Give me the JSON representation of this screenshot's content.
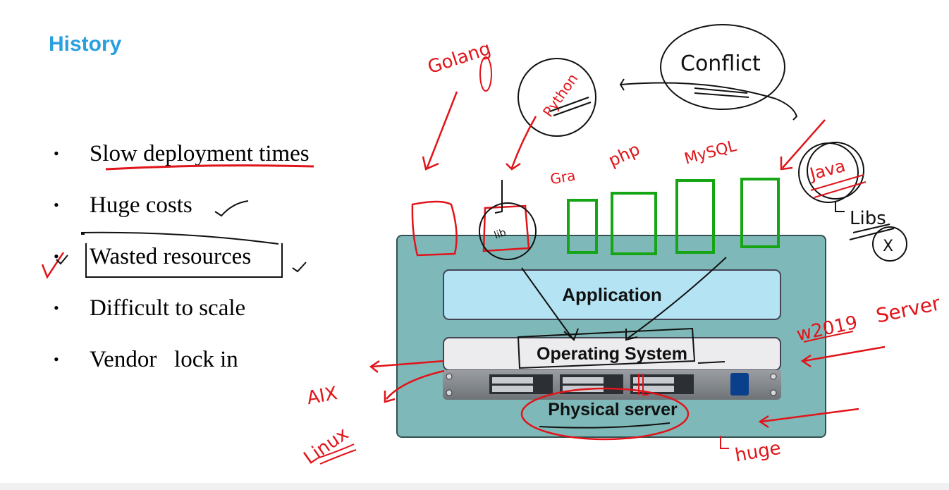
{
  "slide": {
    "title": "History",
    "bullets": [
      "Slow deployment times",
      "Huge costs",
      "Wasted resources",
      "Difficult to scale",
      "Vendor   lock in"
    ]
  },
  "diagram": {
    "application_label": "Application",
    "os_label": "Operating System",
    "server_label": "Physical server"
  },
  "annotations": {
    "golang": "Golang",
    "python": "Python",
    "conflict": "Conflict",
    "java": "Java",
    "libs": "Libs",
    "x": "X",
    "lib": "lib",
    "lang1": "Gra",
    "php": "php",
    "mysql": "MySQL",
    "w2019": "w2019",
    "server": "Server",
    "aix": "AIX",
    "linux": "Linux",
    "huge": "huge"
  },
  "colors": {
    "title": "#2a9fe0",
    "ink_red": "#e0141a",
    "ink_green": "#15a515",
    "ink_black": "#111111",
    "diagram_bg": "#7fb8b8"
  }
}
